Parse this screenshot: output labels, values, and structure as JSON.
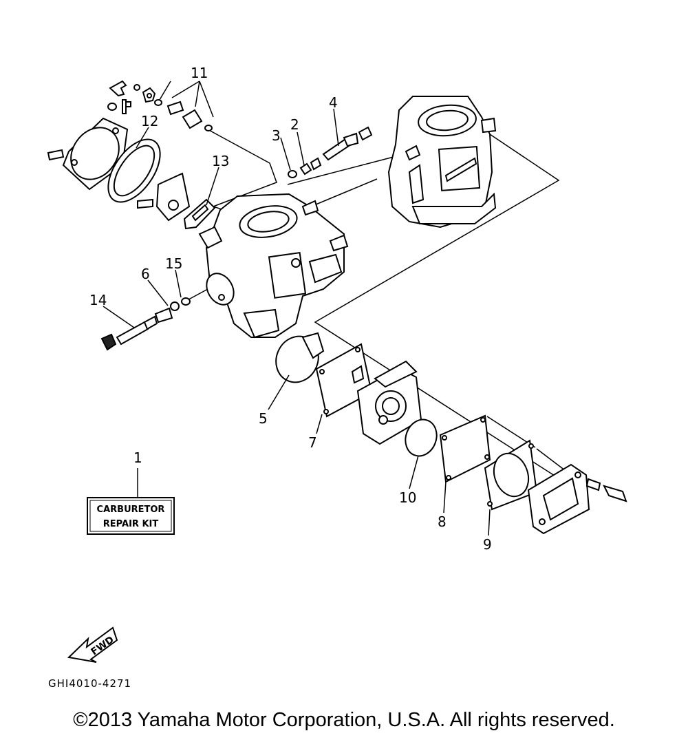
{
  "diagram": {
    "callouts": {
      "c1": "1",
      "c2": "2",
      "c3": "3",
      "c4": "4",
      "c5": "5",
      "c6": "6",
      "c7": "7",
      "c8": "8",
      "c9": "9",
      "c10": "10",
      "c11": "11",
      "c12": "12",
      "c13": "13",
      "c14": "14",
      "c15": "15"
    },
    "kit_label": {
      "line1": "CARBURETOR",
      "line2": "REPAIR KIT"
    },
    "fwd_label": "FWD",
    "diagram_code": "GHI4010-4271"
  },
  "footer": {
    "copyright": "©2013 Yamaha Motor Corporation, U.S.A. All rights reserved."
  }
}
